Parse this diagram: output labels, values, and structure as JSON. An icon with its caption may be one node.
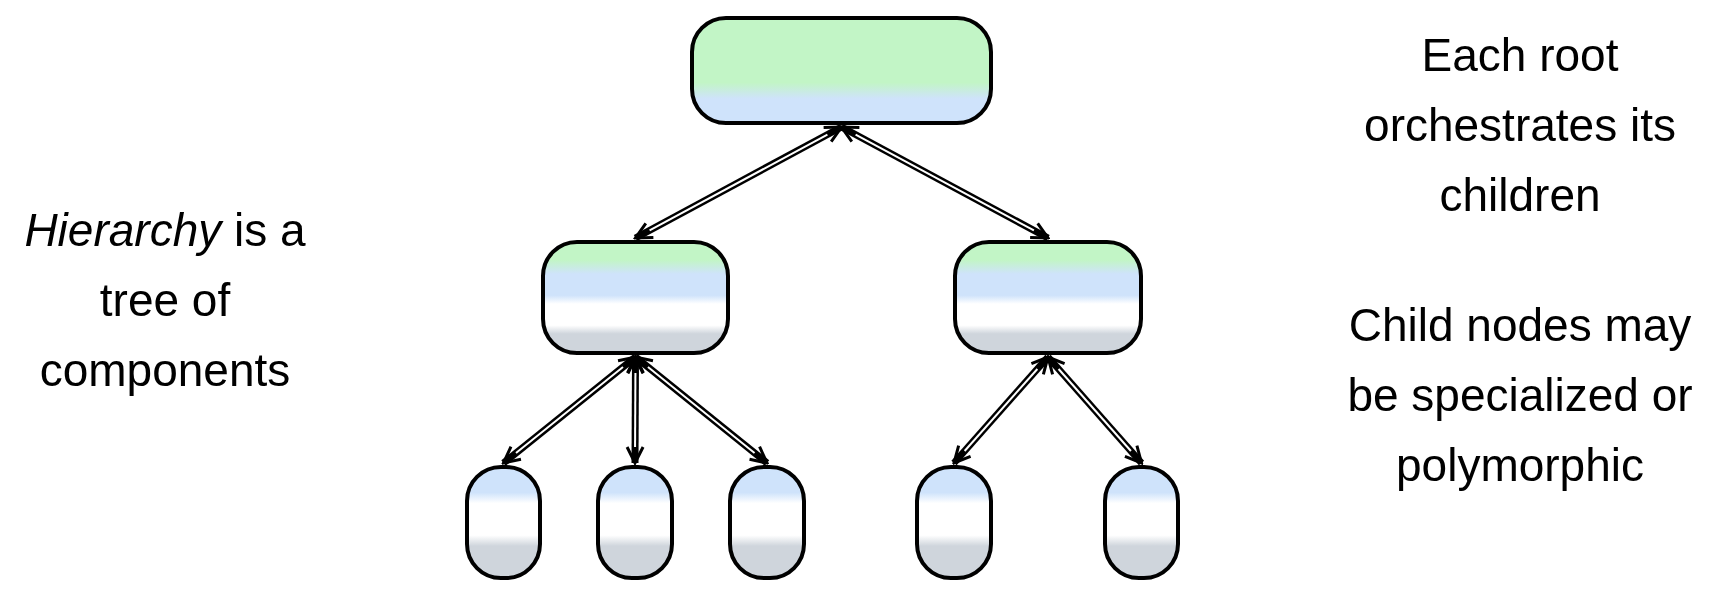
{
  "diagram": {
    "nodes": [
      {
        "text": [],
        "shape": "box"
      },
      {
        "text": [],
        "shape": "box"
      },
      {
        "text": [],
        "shape": "box"
      },
      {
        "text": [],
        "shape": "box"
      },
      {
        "text": [],
        "shape": "box"
      },
      {
        "text": [],
        "shape": "box"
      },
      {
        "text": [],
        "shape": "box"
      },
      {
        "text": [],
        "shape": "box"
      }
    ],
    "edges": [
      {
        "from": 0,
        "to": 1,
        "arrow": "both"
      },
      {
        "from": 0,
        "to": 2,
        "arrow": "both"
      },
      {
        "from": 1,
        "to": 3,
        "arrow": "both"
      },
      {
        "from": 1,
        "to": 4,
        "arrow": "both"
      },
      {
        "from": 1,
        "to": 5,
        "arrow": "both"
      },
      {
        "from": 2,
        "to": 6,
        "arrow": "both"
      },
      {
        "from": 2,
        "to": 7,
        "arrow": "both"
      }
    ],
    "labels": [
      "*Hierarchy* is a tree of components",
      "Each root orchestrates its children",
      "Child nodes may be specialized or polymorphic"
    ]
  }
}
